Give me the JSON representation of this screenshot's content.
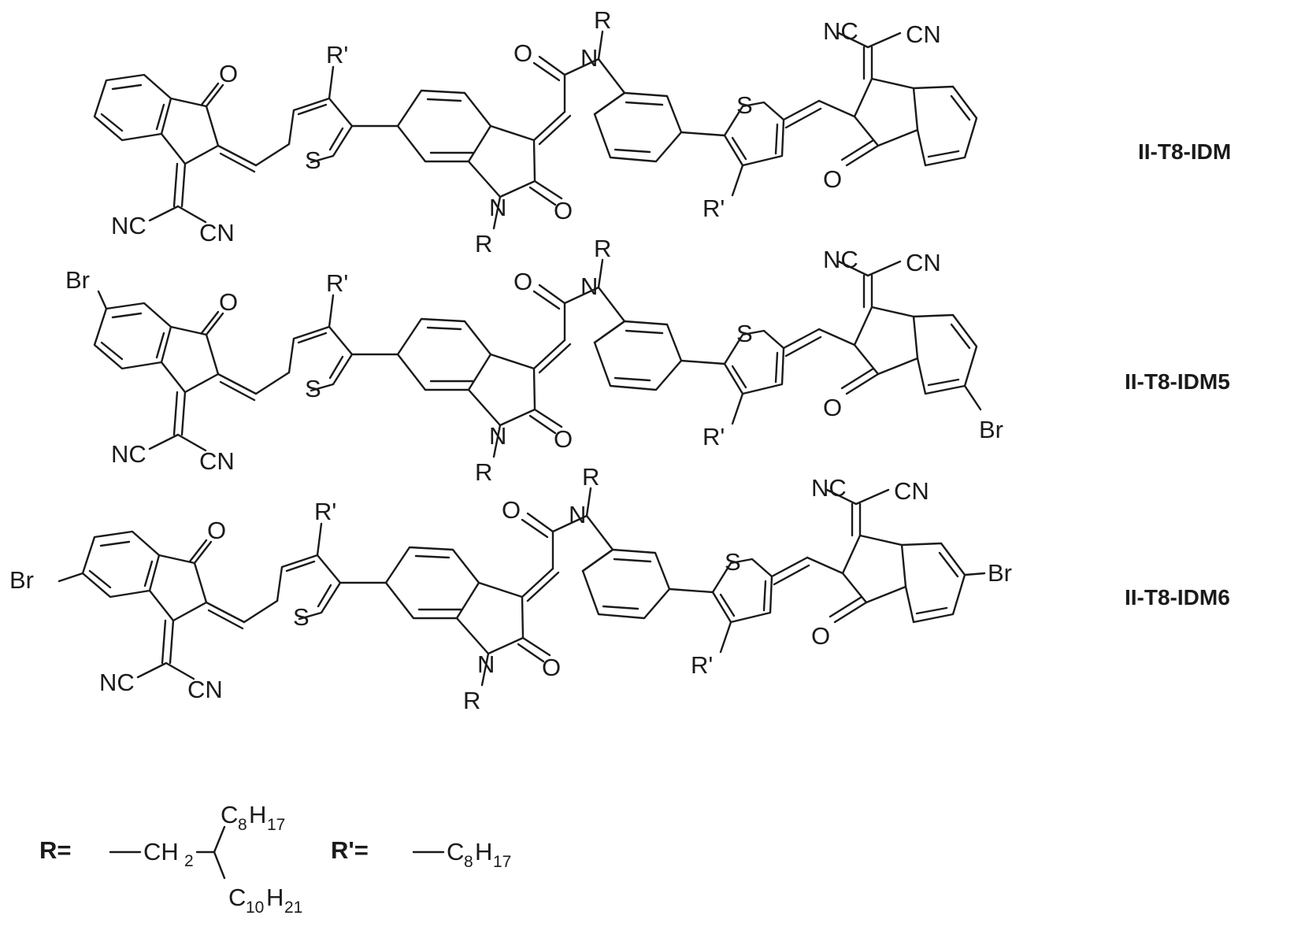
{
  "compounds": [
    {
      "name": "II-T8-IDM",
      "left_br": "",
      "right_br": ""
    },
    {
      "name": "II-T8-IDM5",
      "left_br": "Br",
      "right_br": "Br"
    },
    {
      "name": "II-T8-IDM6",
      "left_br": "Br",
      "right_br": "Br"
    }
  ],
  "atoms": {
    "carbonyl_o": "O",
    "sulfur": "S",
    "nitrogen": "N",
    "alkyl": "R",
    "alkyl_prime": "R'",
    "nitrile_left": "NC",
    "nitrile_right": "CN"
  },
  "definitions": {
    "r_label": "R=",
    "r_prime_label": "R'=",
    "r_ch2": "CH",
    "r_ch2_sub": "2",
    "r_branch_top": "C",
    "r_branch_top_sub1": "8",
    "r_branch_top_h": "H",
    "r_branch_top_sub2": "17",
    "r_branch_bottom": "C",
    "r_branch_bottom_sub1": "10",
    "r_branch_bottom_h": "H",
    "r_branch_bottom_sub2": "21",
    "rp_c": "C",
    "rp_sub1": "8",
    "rp_h": "H",
    "rp_sub2": "17"
  }
}
